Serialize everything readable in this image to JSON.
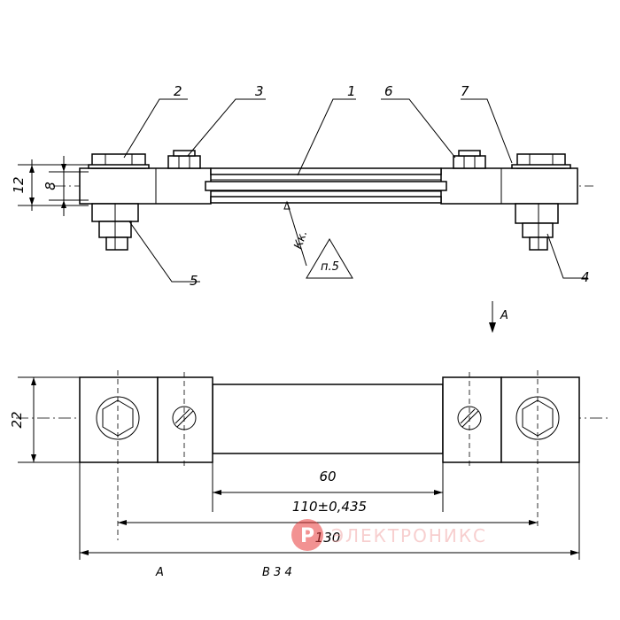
{
  "leaders": {
    "l1": "1",
    "l2": "2",
    "l3": "3",
    "l4": "4",
    "l5": "5",
    "l6": "6",
    "l7": "7"
  },
  "dims": {
    "d12": "12",
    "d8": "8",
    "d22": "22",
    "d60": "60",
    "d110": "110±0,435",
    "d130": "130"
  },
  "notes": {
    "kk": "Кк.",
    "p5": "п.5",
    "view": "A",
    "bottom_a": "A",
    "bottom_b": "В 3 4"
  },
  "watermark": {
    "logo": "Р",
    "text": "ЭЛЕКТРОНИКС",
    "color": "#e83a3a"
  }
}
